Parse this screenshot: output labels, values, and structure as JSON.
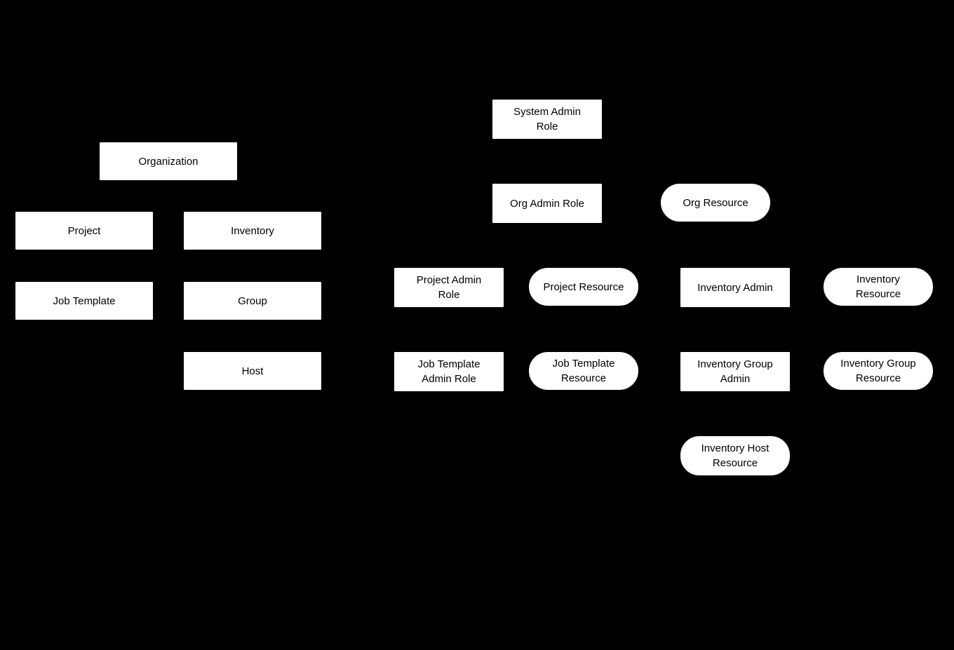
{
  "diagram": {
    "colors": {
      "background": "#000000",
      "node_fill": "#ffffff",
      "node_text": "#000000"
    },
    "nodes": {
      "organization": {
        "label": "Organization",
        "shape": "rectangle"
      },
      "project": {
        "label": "Project",
        "shape": "rectangle"
      },
      "inventory": {
        "label": "Inventory",
        "shape": "rectangle"
      },
      "job_template": {
        "label": "Job Template",
        "shape": "rectangle"
      },
      "group": {
        "label": "Group",
        "shape": "rectangle"
      },
      "host": {
        "label": "Host",
        "shape": "rectangle"
      },
      "system_admin_role": {
        "label": "System Admin\nRole",
        "shape": "rectangle"
      },
      "org_admin_role": {
        "label": "Org Admin Role",
        "shape": "rectangle"
      },
      "org_resource": {
        "label": "Org Resource",
        "shape": "pill"
      },
      "project_admin_role": {
        "label": "Project Admin\nRole",
        "shape": "rectangle"
      },
      "project_resource": {
        "label": "Project Resource",
        "shape": "pill"
      },
      "inventory_admin": {
        "label": "Inventory Admin",
        "shape": "rectangle"
      },
      "inventory_resource": {
        "label": "Inventory\nResource",
        "shape": "pill"
      },
      "job_template_admin_role": {
        "label": "Job Template\nAdmin Role",
        "shape": "rectangle"
      },
      "job_template_resource": {
        "label": "Job Template\nResource",
        "shape": "pill"
      },
      "inventory_group_admin": {
        "label": "Inventory Group\nAdmin",
        "shape": "rectangle"
      },
      "inventory_group_resource": {
        "label": "Inventory Group\nResource",
        "shape": "pill"
      },
      "inventory_host_resource": {
        "label": "Inventory Host\nResource",
        "shape": "pill"
      }
    }
  }
}
